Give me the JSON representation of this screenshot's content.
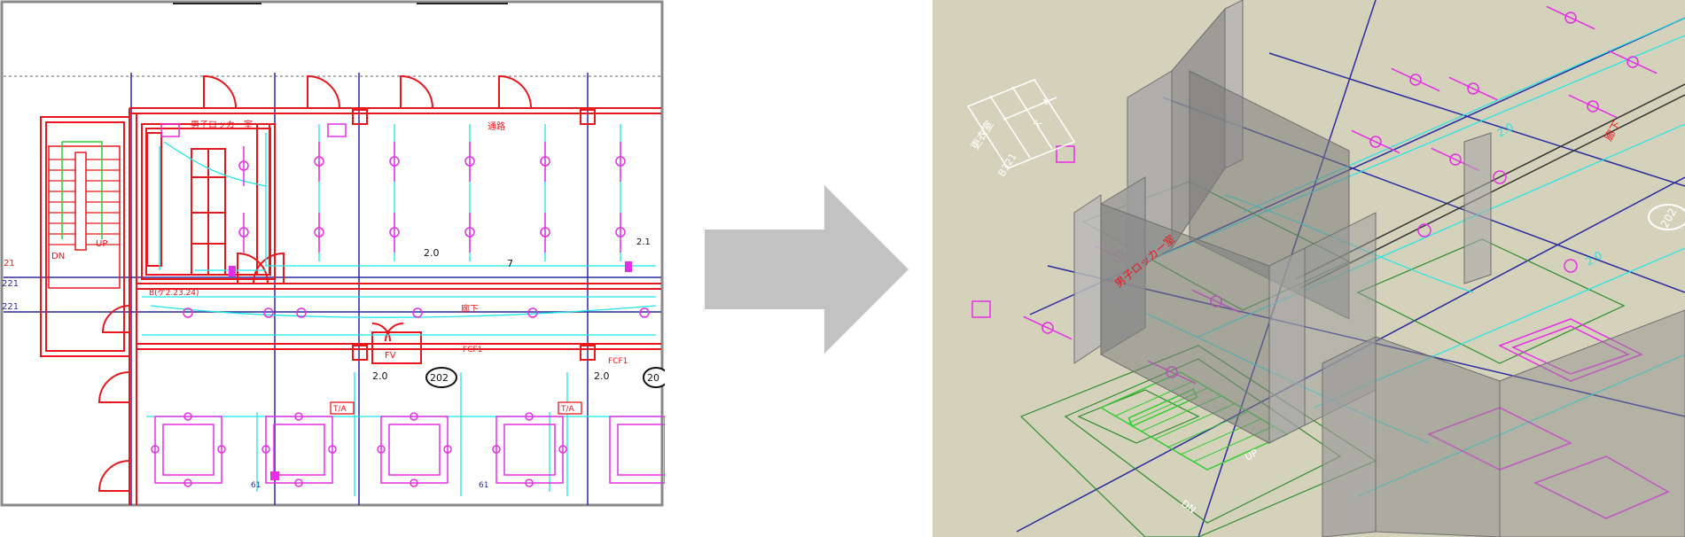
{
  "left_panel": {
    "room_labels": [
      "男子ロッカー室",
      "通路",
      "廊下"
    ],
    "stair_labels": [
      "DN",
      "UP"
    ],
    "dimension_labels": [
      "2.0",
      "7",
      "2.0",
      "2.0",
      "2.1"
    ],
    "fixture_label": "FV",
    "circuit_labels": [
      "FCF1",
      "FCF1"
    ],
    "room_number": "202",
    "room_number_partial": "20",
    "tag_labels": [
      "T/A",
      "T/A"
    ],
    "panel_note": "B(ケ2.23.24)",
    "edge_labels": [
      "21",
      "221",
      "221",
      "61",
      "61"
    ]
  },
  "arrow": {
    "color": "#c2c2c2"
  },
  "right_panel": {
    "table_title": "更衣室",
    "table_entry": "B321",
    "table_values": [
      "X",
      "4"
    ],
    "room_labels": [
      "男子ロッカー室",
      "廊下"
    ],
    "stair_labels": [
      "UP",
      "DN"
    ],
    "dimension_labels": [
      "2.0",
      "2.0"
    ],
    "room_number": "202"
  },
  "colors": {
    "wall_red": "#e8161d",
    "light_cyan": "#1fe5e5",
    "fixture_magenta": "#e62ee6",
    "grid_blue": "#2a2aa0",
    "floor_beige": "#d5d2bb",
    "stair_green": "#33cc33"
  }
}
